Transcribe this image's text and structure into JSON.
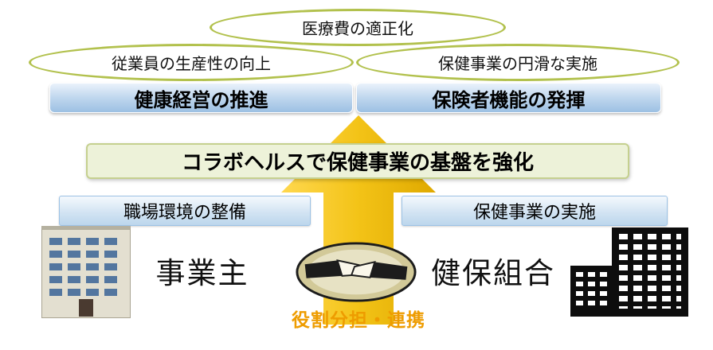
{
  "goals": {
    "top": "医療費の適正化",
    "left": "従業員の生産性の向上",
    "right": "保健事業の円滑な実施"
  },
  "outcomes": {
    "left": "健康経営の推進",
    "right": "保険者機能の発揮"
  },
  "banner": {
    "text": "コラボヘルスで保健事業の基盤を強化"
  },
  "roles": {
    "left": "職場環境の整備",
    "right": "保健事業の実施"
  },
  "actors": {
    "left": "事業主",
    "right": "健保組合"
  },
  "caption": {
    "text": "役割分担・連携"
  },
  "colors": {
    "ellipse_border": "#b2c14d",
    "outcome_bar_fill": "#9cc0e3",
    "banner_fill": "#edf2d9",
    "banner_border": "#c5d08f",
    "role_box_fill": "#bcd6ec",
    "arrow_gold": "#f2c114",
    "caption_orange": "#ee9c00"
  }
}
